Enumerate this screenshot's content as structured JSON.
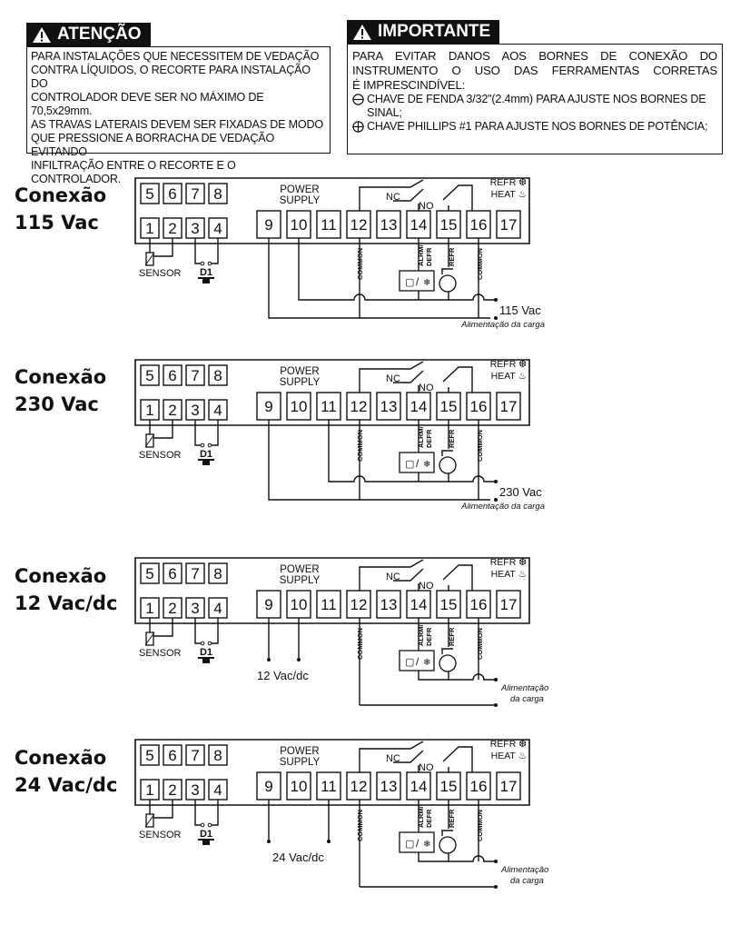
{
  "attention": {
    "title": "ATENÇÃO",
    "lines": [
      "PARA INSTALAÇÕES QUE NECESSITEM DE VEDAÇÃO",
      "CONTRA LÍQUIDOS, O RECORTE PARA INSTALAÇÃO DO",
      "CONTROLADOR DEVE SER NO MÁXIMO DE 70,5x29mm.",
      "AS TRAVAS LATERAIS DEVEM SER FIXADAS DE MODO",
      "QUE PRESSIONE A BORRACHA DE VEDAÇÃO EVITANDO",
      "INFILTRAÇÃO ENTRE O RECORTE E O CONTROLADOR."
    ]
  },
  "important": {
    "title": "IMPORTANTE",
    "lines": [
      "PARA EVITAR DANOS AOS BORNES DE CONEXÃO DO",
      "INSTRUMENTO O USO DAS FERRAMENTAS CORRETAS",
      "É IMPRESCINDÍVEL:"
    ],
    "items": [
      {
        "icon": "flat-screwdriver-icon",
        "text": "CHAVE DE FENDA 3/32\"(2.4mm) PARA AJUSTE NOS BORNES DE SINAL;"
      },
      {
        "icon": "phillips-screwdriver-icon",
        "text": "CHAVE PHILLIPS #1 PARA AJUSTE NOS BORNES DE POTÊNCIA;"
      }
    ]
  },
  "labels": {
    "top_terminals": [
      "5",
      "6",
      "7",
      "8"
    ],
    "bottom_terminals": [
      "1",
      "2",
      "3",
      "4",
      "9",
      "10",
      "11",
      "12",
      "13",
      "14",
      "15",
      "16",
      "17"
    ],
    "power_supply_1": "POWER",
    "power_supply_2": "SUPPLY",
    "nc": "NC",
    "no": "NO",
    "refr_top": "REFR",
    "heat": "HEAT",
    "sensor": "SENSOR",
    "d1": "D1",
    "common": "COMMON",
    "alrm_1": "ALRM/",
    "alrm_2": "DEFR",
    "refr_side": "REFR"
  },
  "connections": [
    {
      "line1": "Conexão",
      "line2": "115 Vac",
      "supply_text": "115 Vac",
      "load_1": "Alimentação da carga",
      "load_2": ""
    },
    {
      "line1": "Conexão",
      "line2": "230 Vac",
      "supply_text": "230 Vac",
      "load_1": "Alimentação da carga",
      "load_2": ""
    },
    {
      "line1": "Conexão",
      "line2": "12 Vac/dc",
      "supply_text": "12 Vac/dc",
      "load_1": "Alimentação",
      "load_2": "da carga"
    },
    {
      "line1": "Conexão",
      "line2": "24 Vac/dc",
      "supply_text": "24 Vac/dc",
      "load_1": "Alimentação",
      "load_2": "da carga"
    }
  ]
}
